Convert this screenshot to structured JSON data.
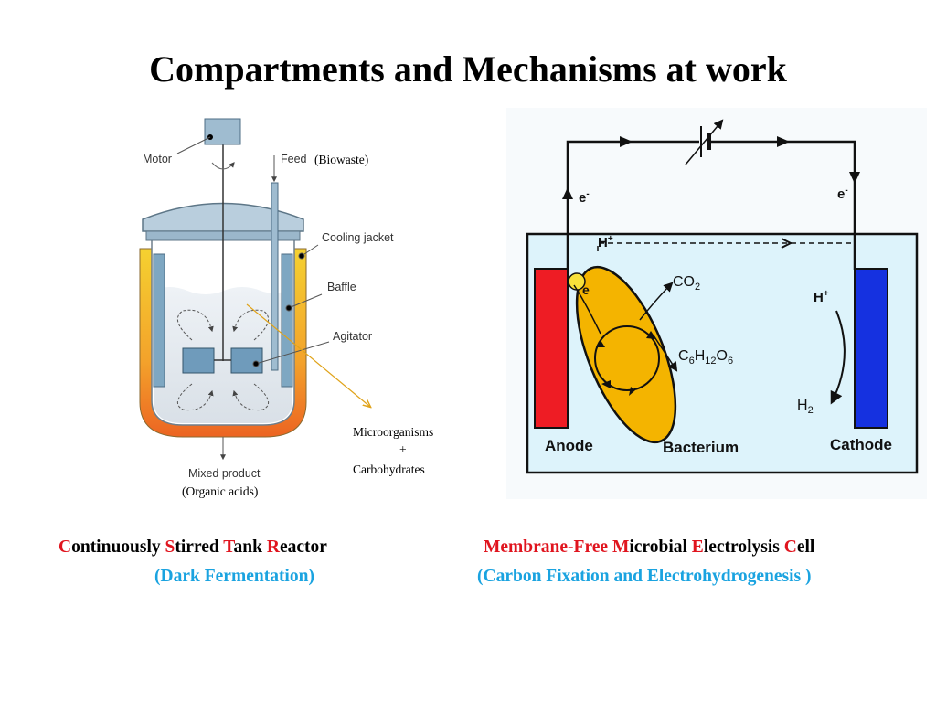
{
  "title": "Compartments and Mechanisms at work",
  "reactor": {
    "motor": "Motor",
    "feed": "Feed",
    "feed_note": "(Biowaste)",
    "cooling_jacket": "Cooling jacket",
    "baffle": "Baffle",
    "agitator": "Agitator",
    "mixed_product": "Mixed product",
    "mixed_product_note": "(Organic acids)",
    "microorganisms": "Microorganisms",
    "plus": "+",
    "carbohydrates": "Carbohydrates"
  },
  "cell": {
    "electron_left": "e",
    "electron_right": "e",
    "electron_superscript": "-",
    "proton_top": "H",
    "proton_right": "H",
    "proton_superscript": "+",
    "co2": "CO",
    "co2_sub": "2",
    "glucose_c": "C",
    "glucose_c_sub": "6",
    "glucose_h": "H",
    "glucose_h_sub": "12",
    "glucose_o": "O",
    "glucose_o_sub": "6",
    "h2": "H",
    "h2_sub": "2",
    "electron_on_bacterium": "e",
    "anode": "Anode",
    "bacterium": "Bacterium",
    "cathode": "Cathode"
  },
  "captions": {
    "cstr": {
      "c1": "C",
      "r1": "ontinuously ",
      "c2": "S",
      "r2": "tirred ",
      "c3": "T",
      "r3": "ank ",
      "c4": "R",
      "r4": "eactor",
      "sub": "(Dark Fermentation)"
    },
    "mec": {
      "p1": "Membrane-Free ",
      "c1": "M",
      "r1": "icrobial ",
      "c2": "E",
      "r2": "lectrolysis ",
      "c3": "C",
      "r3": "ell",
      "sub": "(Carbon Fixation and Electrohydrogenesis )"
    }
  },
  "colors": {
    "accent_red": "#e0141e",
    "accent_blue": "#1aa3e0",
    "anode": "#ee1c24",
    "cathode": "#1531e0",
    "bacterium": "#f4b400",
    "electrolyte": "#ddf3fb",
    "jacket_top": "#f5d130",
    "jacket_bottom": "#ef6a23",
    "steel": "#7ea7c2"
  },
  "icons": [
    "motor-icon",
    "rotation-icon",
    "agitator-icon",
    "baffle-icon",
    "power-source-icon"
  ]
}
